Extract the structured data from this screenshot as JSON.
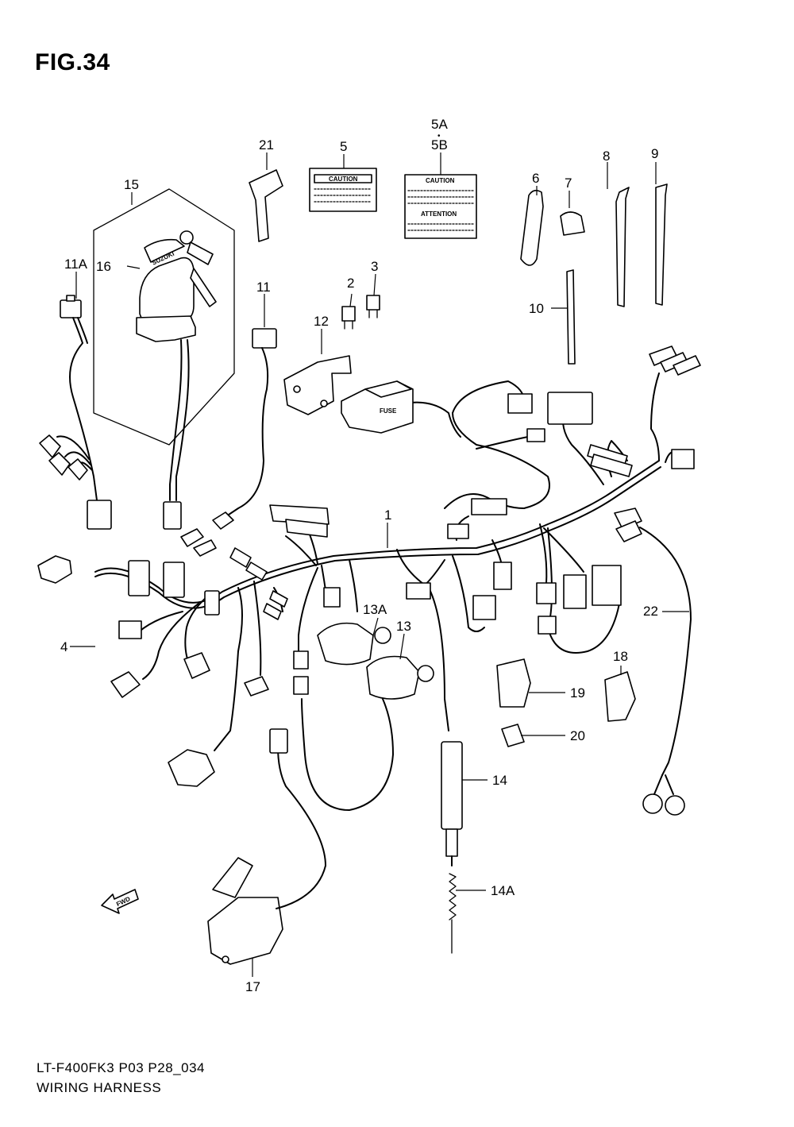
{
  "figure": {
    "title": "FIG.34",
    "code": "LT-F400FK3 P03 P28_034",
    "name": "WIRING HARNESS"
  },
  "decal_text": {
    "caution": "CAUTION",
    "attention": "ATTENTION",
    "fuse": "FUSE",
    "fwd": "FWD",
    "brand": "SUZUKI"
  },
  "callouts": [
    {
      "id": "c1",
      "label": "1"
    },
    {
      "id": "c2",
      "label": "2"
    },
    {
      "id": "c3",
      "label": "3"
    },
    {
      "id": "c4",
      "label": "4"
    },
    {
      "id": "c5",
      "label": "5"
    },
    {
      "id": "c5a",
      "label": "5A"
    },
    {
      "id": "c5dot",
      "label": "•"
    },
    {
      "id": "c5b",
      "label": "5B"
    },
    {
      "id": "c6",
      "label": "6"
    },
    {
      "id": "c7",
      "label": "7"
    },
    {
      "id": "c8",
      "label": "8"
    },
    {
      "id": "c9",
      "label": "9"
    },
    {
      "id": "c10",
      "label": "10"
    },
    {
      "id": "c11",
      "label": "11"
    },
    {
      "id": "c11a",
      "label": "11A"
    },
    {
      "id": "c12",
      "label": "12"
    },
    {
      "id": "c13",
      "label": "13"
    },
    {
      "id": "c13a",
      "label": "13A"
    },
    {
      "id": "c14",
      "label": "14"
    },
    {
      "id": "c14a",
      "label": "14A"
    },
    {
      "id": "c15",
      "label": "15"
    },
    {
      "id": "c16",
      "label": "16"
    },
    {
      "id": "c17",
      "label": "17"
    },
    {
      "id": "c18",
      "label": "18"
    },
    {
      "id": "c19",
      "label": "19"
    },
    {
      "id": "c20",
      "label": "20"
    },
    {
      "id": "c21",
      "label": "21"
    },
    {
      "id": "c22",
      "label": "22"
    }
  ]
}
